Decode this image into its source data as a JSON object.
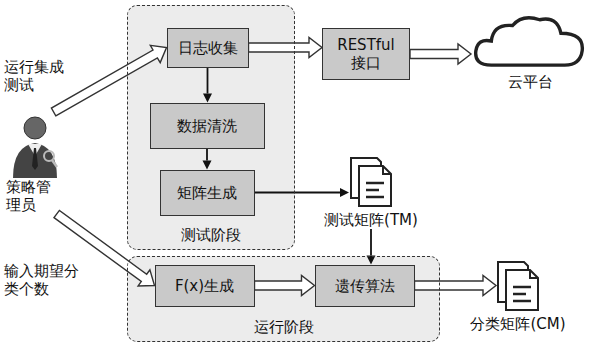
{
  "diagram": {
    "nodes": [
      {
        "text": [
          "测试阶段"
        ]
      },
      {
        "text": [
          "日志收集"
        ],
        "in": 0
      },
      {
        "text": [
          "数据清洗"
        ],
        "in": 0
      },
      {
        "text": [
          "矩阵生成"
        ],
        "in": 0
      },
      {
        "text": [
          "RESTful 接口"
        ]
      },
      {
        "text": [
          "云平台"
        ]
      },
      {
        "text": [
          "策略管理员"
        ]
      },
      {
        "text": [
          "测试矩阵(TM)"
        ]
      },
      {
        "text": [
          "运行阶段"
        ]
      },
      {
        "text": [
          "F(x)生成"
        ],
        "in": 8
      },
      {
        "text": [
          "遗传算法"
        ],
        "in": 8
      },
      {
        "text": [
          "分类矩阵(CM)"
        ]
      }
    ],
    "edges": [
      {
        "from": 6,
        "to": 1,
        "label": "运行集成测试",
        "arrow": "to"
      },
      {
        "from": 1,
        "to": 4,
        "arrow": "to"
      },
      {
        "from": 4,
        "to": 5,
        "arrow": "to"
      },
      {
        "from": 1,
        "to": 2,
        "arrow": "to"
      },
      {
        "from": 2,
        "to": 3,
        "arrow": "to"
      },
      {
        "from": 3,
        "to": 7,
        "arrow": "to"
      },
      {
        "from": 6,
        "to": 9,
        "label": "输入期望分类个数",
        "arrow": "to"
      },
      {
        "from": 9,
        "to": 10,
        "arrow": "to"
      },
      {
        "from": 7,
        "to": 10,
        "arrow": "to"
      },
      {
        "from": 10,
        "to": 11,
        "arrow": "to"
      }
    ]
  }
}
